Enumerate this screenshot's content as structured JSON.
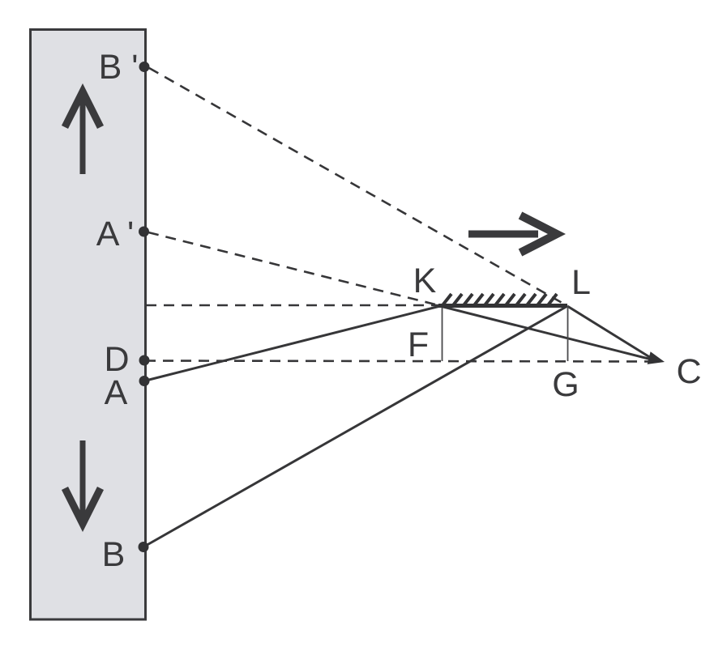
{
  "diagram": {
    "description_labels": {
      "b_prime": "B '",
      "a_prime": "A '",
      "d": "D",
      "a": "A",
      "b": "B",
      "k": "K",
      "l": "L",
      "f": "F",
      "g": "G",
      "c": "C"
    },
    "icons": {
      "wall_up_arrow": "up-arrow",
      "wall_down_arrow": "down-arrow",
      "mirror_motion_arrow": "right-arrow",
      "ray_arrowhead": "arrowhead-at-c"
    },
    "colors": {
      "background": "#ffffff",
      "wall_fill": "#dfe0e4",
      "wall_stroke": "#3a3a3c",
      "line": "#363638",
      "label_text": "#3a3a3c"
    }
  }
}
